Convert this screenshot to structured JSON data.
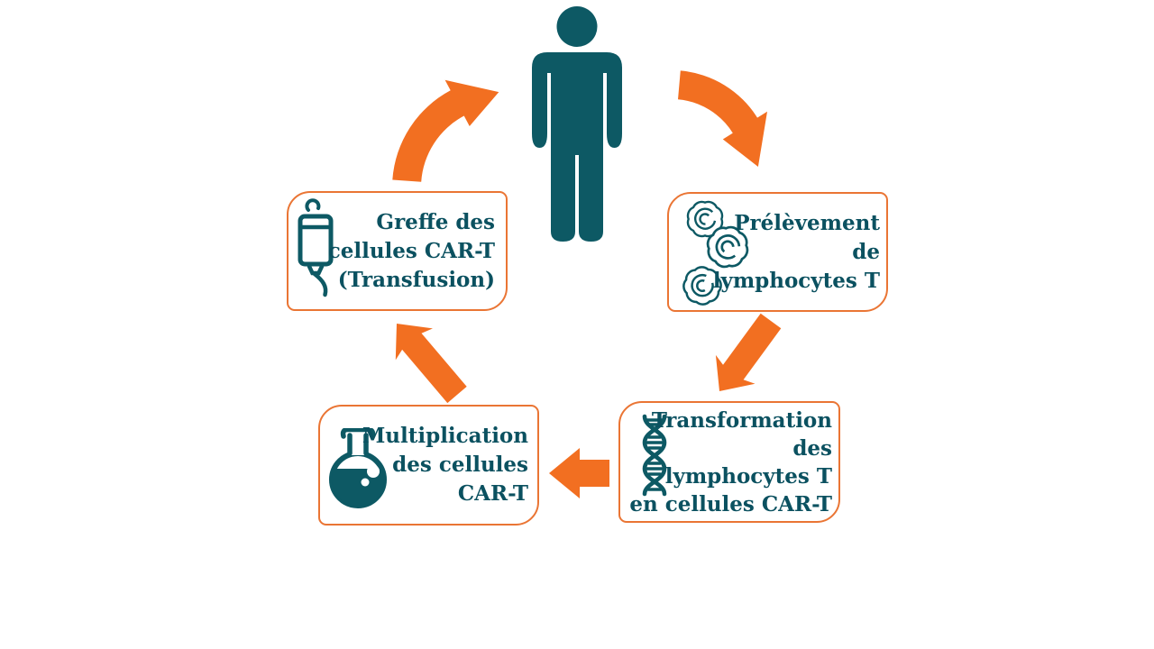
{
  "diagram": {
    "name": "CAR-T cell therapy cycle",
    "colors": {
      "teal": "#0D5964",
      "text_teal": "#0B5160",
      "arrow_orange": "#F26F21",
      "box_border_orange": "#EA7534",
      "background": "#FFFFFF"
    },
    "person_icon": "patient-person-icon",
    "steps": {
      "prelevement": {
        "icon": "lymphocytes-cells-icon",
        "lines": [
          "Prélèvement",
          "de",
          "lymphocytes T"
        ]
      },
      "transformation": {
        "icon": "dna-helix-icon",
        "lines": [
          "Transformation",
          "des",
          "lymphocytes T",
          "en cellules CAR-T"
        ]
      },
      "multiplication": {
        "icon": "round-flask-icon",
        "lines": [
          "Multiplication",
          "des cellules",
          "CAR-T"
        ]
      },
      "greffe": {
        "icon": "iv-infusion-bag-icon",
        "lines": [
          "Greffe des",
          "cellules CAR-T",
          "(Transfusion)"
        ]
      }
    },
    "arrows": [
      "greffe-to-person",
      "person-to-prelevement",
      "prelevement-to-transformation",
      "transformation-to-multiplication",
      "multiplication-to-greffe"
    ]
  }
}
